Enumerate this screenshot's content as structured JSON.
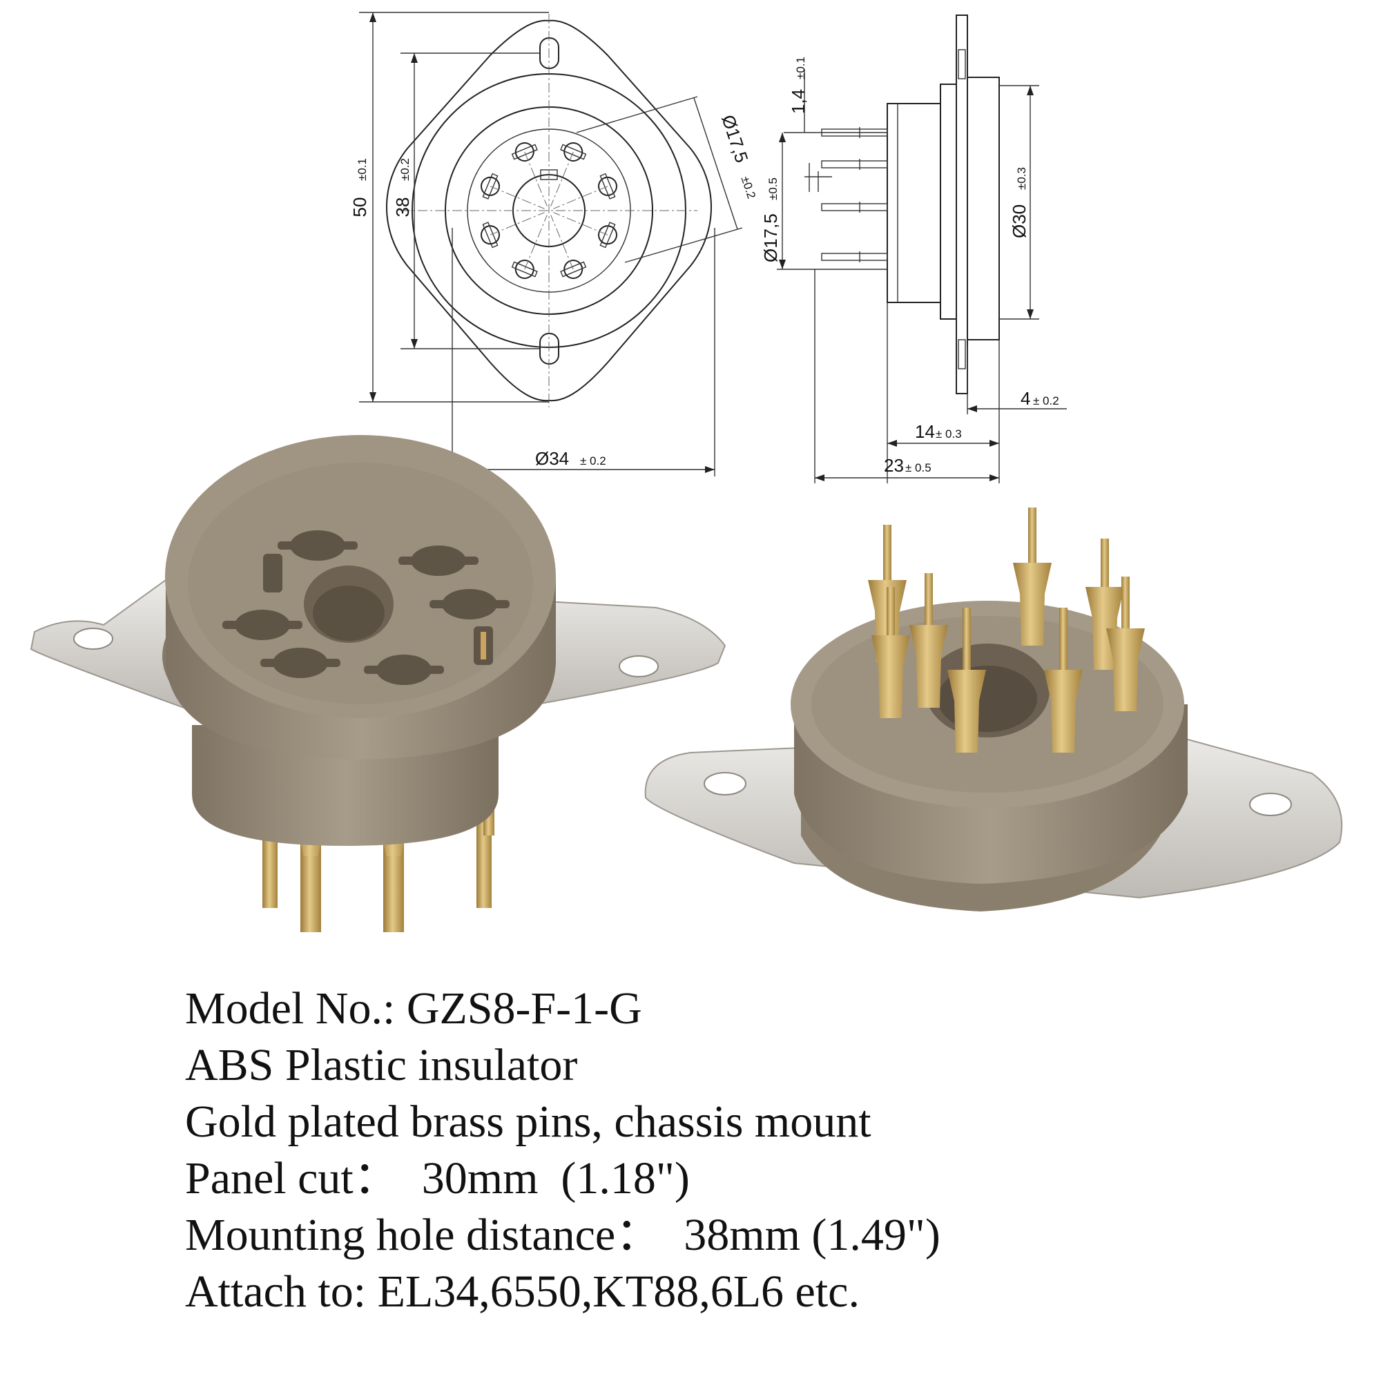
{
  "dimensions": {
    "height_total": {
      "value": "50",
      "tol": "±0.1"
    },
    "hole_distance": {
      "value": "38",
      "tol": "±0.2"
    },
    "pin_circle_dia": {
      "value": "Ø17,5",
      "tol": "±0.2"
    },
    "flange_dia": {
      "value": "Ø34",
      "tol": "± 0.2"
    },
    "pin_width": {
      "value": "1,4",
      "tol": "±0.1"
    },
    "pin_spacing_dia": {
      "value": "Ø17,5",
      "tol": "±0.5"
    },
    "body_dia": {
      "value": "Ø30",
      "tol": "±0.3"
    },
    "flange_thickness": {
      "value": "4",
      "tol": "± 0.2"
    },
    "body_depth": {
      "value": "14",
      "tol": "± 0.3"
    },
    "overall_depth": {
      "value": "23",
      "tol": "± 0.5"
    }
  },
  "specs": {
    "model": "Model No.: GZS8-F-1-G",
    "material": "ABS Plastic insulator",
    "pins": "Gold plated brass pins, chassis mount",
    "panel_cut": "Panel cut：  30mm  (1.18\")",
    "hole_distance": "Mounting hole distance：  38mm (1.49\")",
    "attach": "Attach to: EL34,6550,KT88,6L6 etc."
  },
  "colors": {
    "insulator": "#a19583",
    "insulator_dark": "#867a69",
    "plate": "#d9d6d1",
    "gold": "#c9a560",
    "line": "#222222"
  }
}
